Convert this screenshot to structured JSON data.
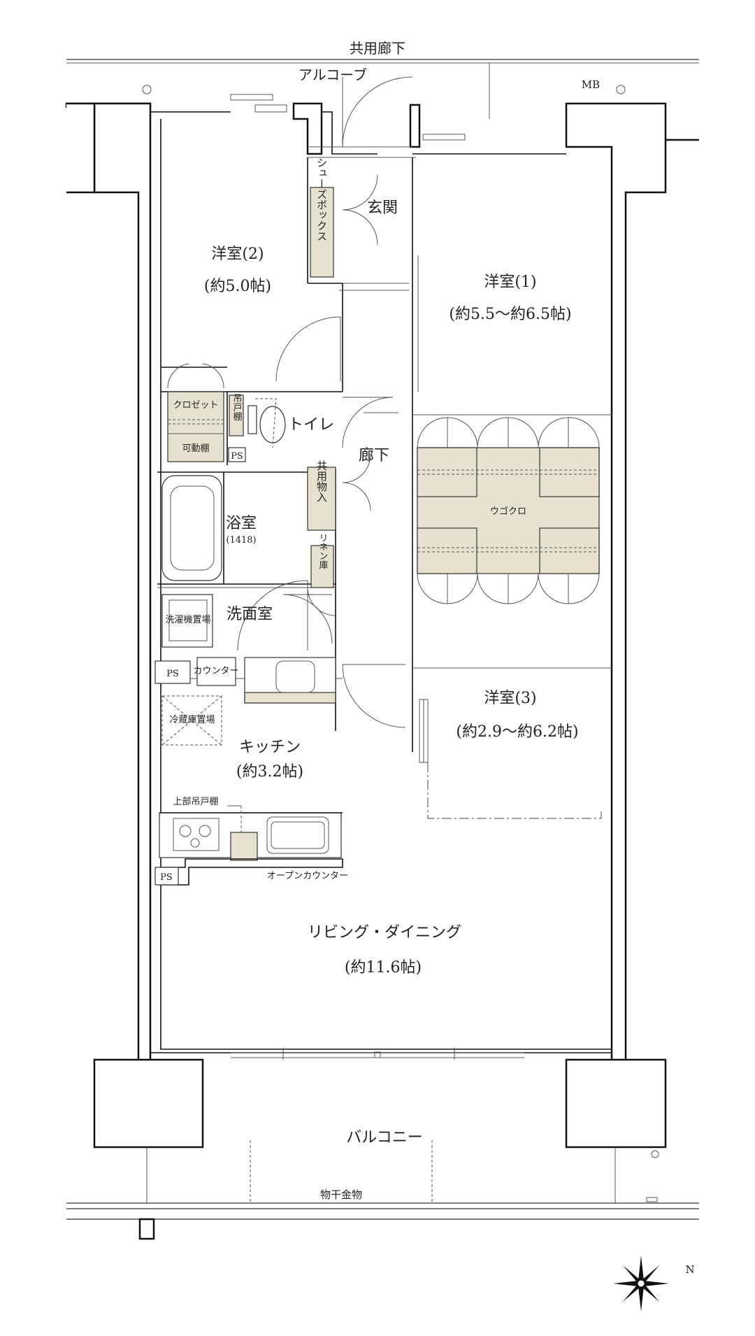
{
  "labels": {
    "common_corridor": "共用廊下",
    "alcove": "アルコーブ",
    "mb": "MB",
    "entrance": "玄関",
    "shoe_box": "シューズボックス",
    "room2": "洋室(2)",
    "room2_size": "(約5.0帖)",
    "room1": "洋室(1)",
    "room1_size": "(約5.5～約6.5帖)",
    "closet": "クロゼット",
    "movable_shelf": "可動棚",
    "upper_shelf": "吊戸棚",
    "toilet": "トイレ",
    "ps": "PS",
    "hallway": "廊下",
    "common_storage": "共用物入",
    "bath": "浴室",
    "bath_size": "(1418)",
    "linen": "リネン庫",
    "ugokuro": "ウゴクロ",
    "washroom": "洗面室",
    "washer": "洗濯機置場",
    "counter": "カウンター",
    "fridge": "冷蔵庫置場",
    "kitchen": "キッチン",
    "kitchen_size": "(約3.2帖)",
    "room3": "洋室(3)",
    "room3_size": "(約2.9～約6.2帖)",
    "upper_cabinet": "上部吊戸棚",
    "open_counter": "オープンカウンター",
    "living": "リビング・ダイニング",
    "living_size": "(約11.6帖)",
    "balcony": "バルコニー",
    "laundry_rack": "物干金物",
    "north": "N"
  }
}
